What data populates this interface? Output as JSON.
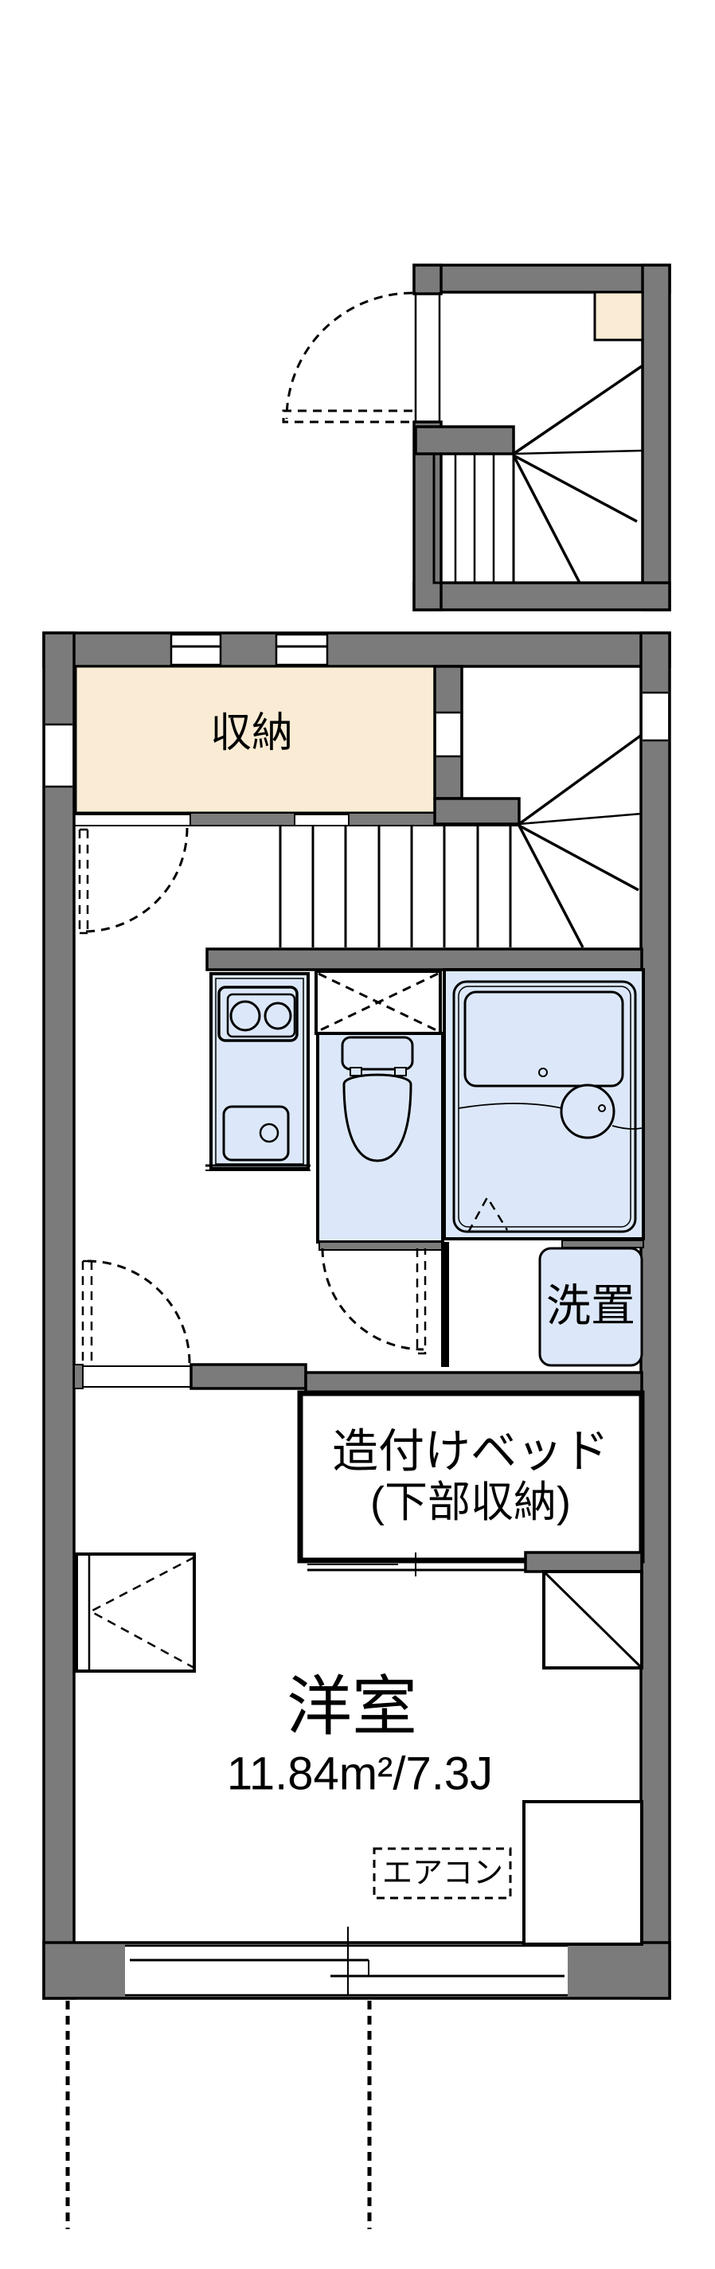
{
  "plan": {
    "type": "japanese-apartment-floor-plan",
    "labels": {
      "closet": "収納",
      "washer_space": "洗置",
      "bed_line1": "造付けベッド",
      "bed_line2": "(下部収納)",
      "main_room": "洋室",
      "main_room_area": "11.84m²/7.3J",
      "aircon": "エアコン"
    },
    "rooms": [
      {
        "name": "closet",
        "label": "収納"
      },
      {
        "name": "stairwell-upper",
        "label": ""
      },
      {
        "name": "kitchen",
        "label": ""
      },
      {
        "name": "toilet",
        "label": ""
      },
      {
        "name": "bathroom",
        "label": ""
      },
      {
        "name": "washer-space",
        "label": "洗置"
      },
      {
        "name": "built-in-bed",
        "label": "造付けベッド (下部収納)"
      },
      {
        "name": "western-room",
        "label": "洋室",
        "area_m2": "11.84",
        "area_jo": "7.3J"
      }
    ],
    "colors": {
      "wall_gray": "#7b7b7b",
      "closet_cream": "#faecd4",
      "fixture_blue": "#dce8f9",
      "line_black": "#000000",
      "background": "#ffffff"
    }
  }
}
